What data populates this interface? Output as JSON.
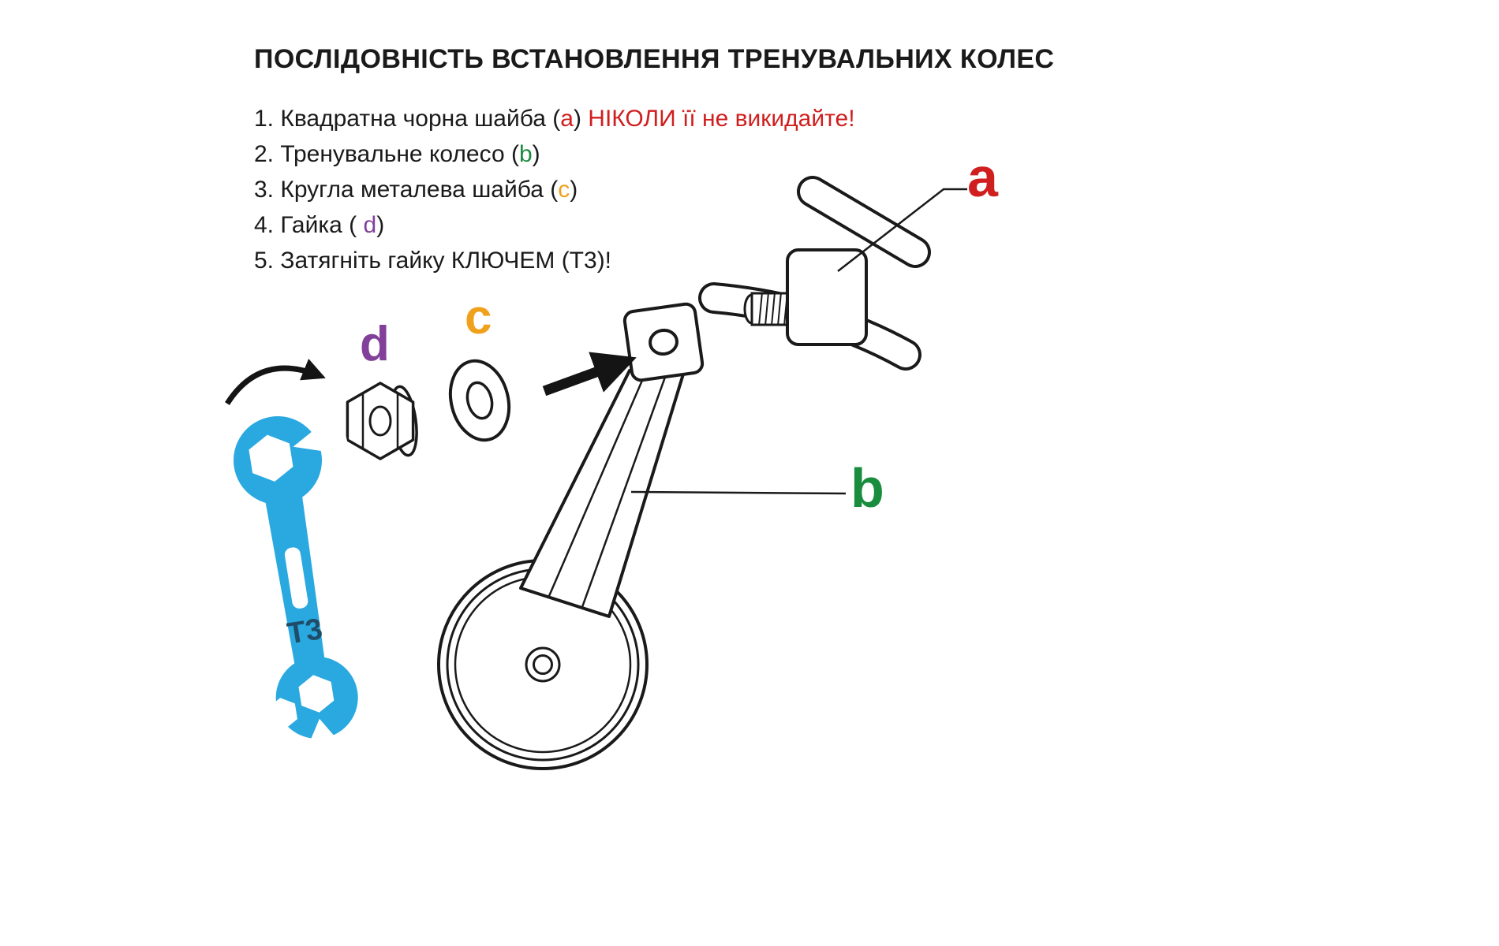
{
  "title": "ПОСЛІДОВНІСТЬ ВСТАНОВЛЕННЯ ТРЕНУВАЛЬНИХ КОЛЕС",
  "steps": {
    "step1": {
      "prefix": "1. Квадратна чорна шайба (",
      "letter": "a",
      "close": ") ",
      "warning": "НІКОЛИ її не викидайте!"
    },
    "step2": {
      "prefix": "2. Тренувальне колесо (",
      "letter": "b",
      "close": ")"
    },
    "step3": {
      "prefix": "3. Кругла металева шайба (",
      "letter": "c",
      "close": ")"
    },
    "step4": {
      "prefix": "4. Гайка ( ",
      "letter": "d",
      "close": ")"
    },
    "step5": {
      "text": "5. Затягніть гайку КЛЮЧЕМ (Т3)!"
    }
  },
  "diagram_labels": {
    "a": "a",
    "b": "b",
    "c": "c",
    "d": "d",
    "wrench": "Т3"
  },
  "colors": {
    "red": "#d01f1f",
    "green": "#1a8c3e",
    "orange": "#f0a11b",
    "purple": "#82409b",
    "wrench-blue": "#2aa9e0",
    "ink": "#1a1a1a"
  }
}
